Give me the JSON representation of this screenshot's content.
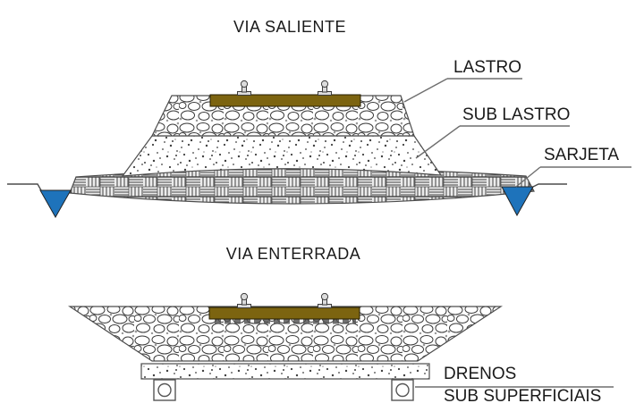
{
  "page": {
    "background": "#ffffff"
  },
  "colors": {
    "sleeper_brown": "#7c6410",
    "water_blue": "#1e73bb",
    "outline": "#4d4d4d",
    "annotation_line": "#6e6e6e",
    "text": "#1a1a1a"
  },
  "top_diagram": {
    "title": "VIA SALIENTE",
    "label_lastro": "LASTRO",
    "label_sub_lastro": "SUB LASTRO",
    "label_sarjeta": "SARJETA"
  },
  "bottom_diagram": {
    "title": "VIA ENTERRADA",
    "label_drenos_line1": "DRENOS",
    "label_drenos_line2": "SUB SUPERFICIAIS"
  }
}
